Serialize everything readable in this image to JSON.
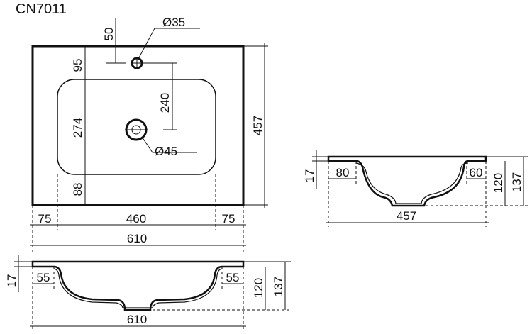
{
  "model": "CN7011",
  "top_view": {
    "tap_hole_offset": "50",
    "tap_hole_diameter": "Ø35",
    "basin_top_margin": "95",
    "tap_to_drain": "240",
    "basin_length": "274",
    "overall_depth": "457",
    "drain_diameter": "Ø45",
    "basin_bottom_margin": "88",
    "left_margin": "75",
    "basin_width": "460",
    "right_margin": "75",
    "overall_width": "610"
  },
  "side_view": {
    "rim_thickness": "17",
    "left_rim": "80",
    "right_rim": "60",
    "basin_depth": "120",
    "overall_height": "137",
    "overall_depth": "457"
  },
  "front_view": {
    "rim_thickness": "17",
    "left_rim": "55",
    "right_rim": "55",
    "basin_depth": "120",
    "overall_height": "137",
    "overall_width": "610"
  }
}
